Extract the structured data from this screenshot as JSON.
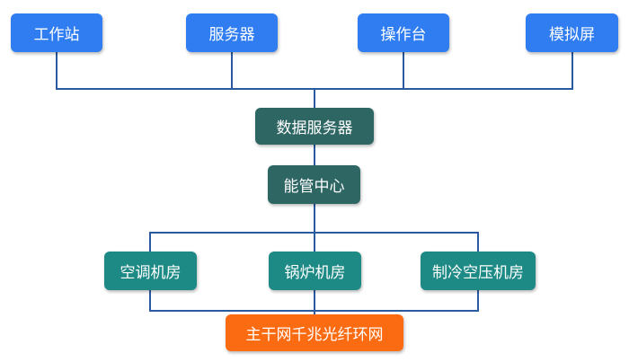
{
  "top_nodes": {
    "workstation": "工作站",
    "server": "服务器",
    "console": "操作台",
    "sim_screen": "模拟屏"
  },
  "middle_nodes": {
    "data_server": "数据服务器",
    "energy_center": "能管中心"
  },
  "rooms": {
    "hvac": "空调机房",
    "boiler": "锅炉机房",
    "chiller": "制冷空压机房"
  },
  "network": {
    "ring": "主干网千兆光纤环网"
  },
  "colors": {
    "top_nodes": "#2f7df1",
    "middle_nodes": "#2e6664",
    "rooms": "#1e8a86",
    "network": "#fb6b12",
    "connector": "#2a5aa0"
  }
}
